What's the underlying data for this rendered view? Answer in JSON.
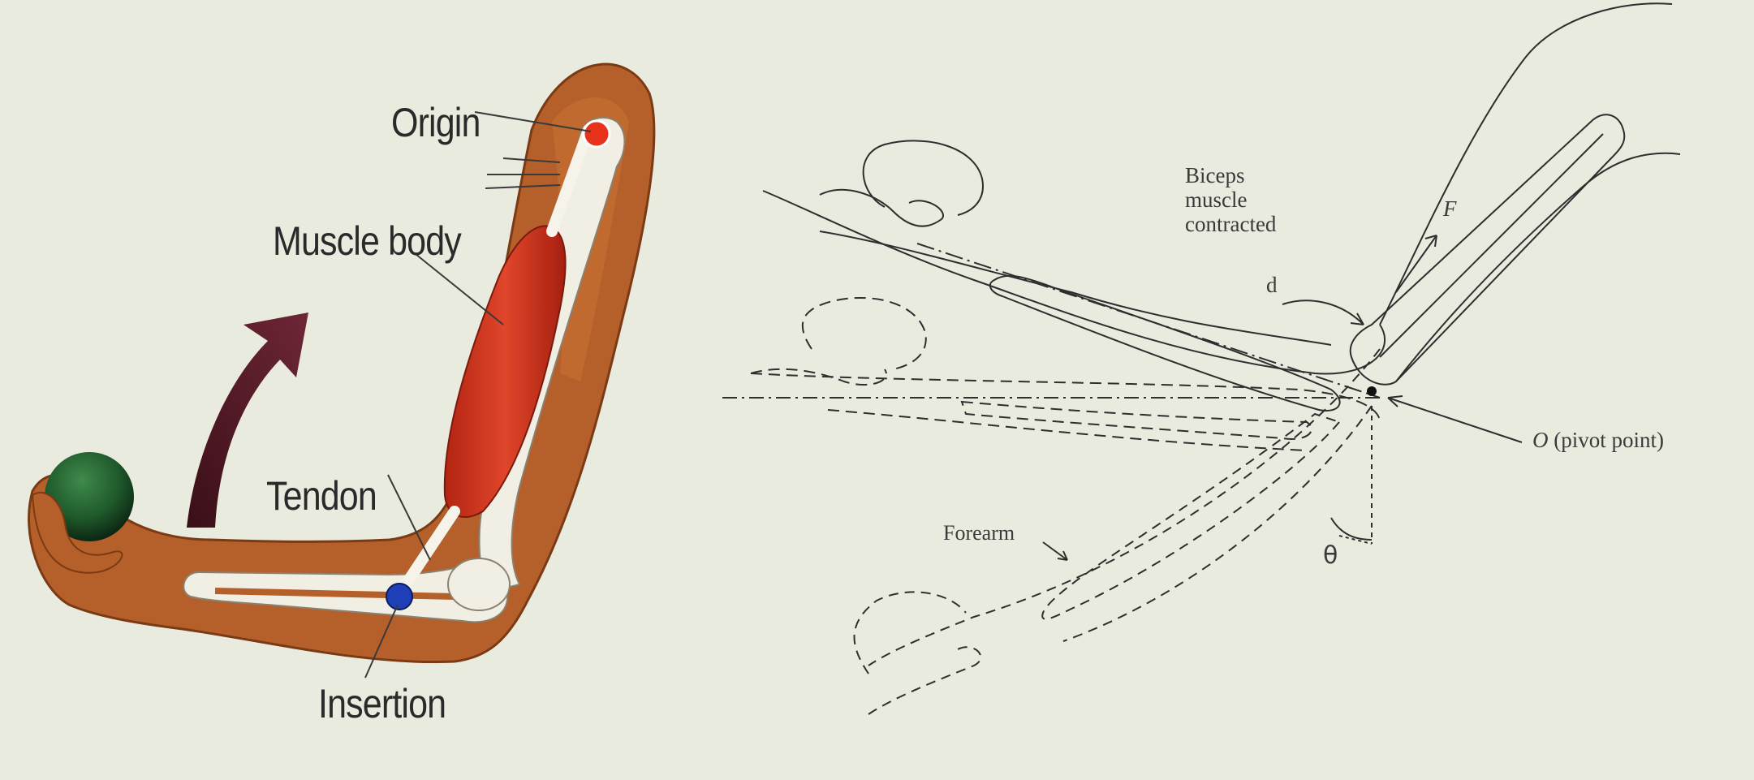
{
  "left_figure": {
    "labels": {
      "origin": "Origin",
      "muscle_body": "Muscle body",
      "tendon": "Tendon",
      "insertion": "Insertion"
    },
    "colors": {
      "arm_skin": "#b5602a",
      "bone": "#f1efe4",
      "muscle": "#d0361f",
      "origin_dot": "#e8321c",
      "insertion_dot": "#1f3fb8",
      "rotation_arrow": "#5b1e2b",
      "ball": "#1f5a2c"
    }
  },
  "right_figure": {
    "labels": {
      "biceps_line1": "Biceps",
      "biceps_line2": "muscle",
      "biceps_line3": "contracted",
      "force": "F",
      "distance": "d",
      "pivot_italic": "O",
      "pivot_rest": "(pivot point)",
      "forearm": "Forearm",
      "angle": "θ"
    }
  }
}
